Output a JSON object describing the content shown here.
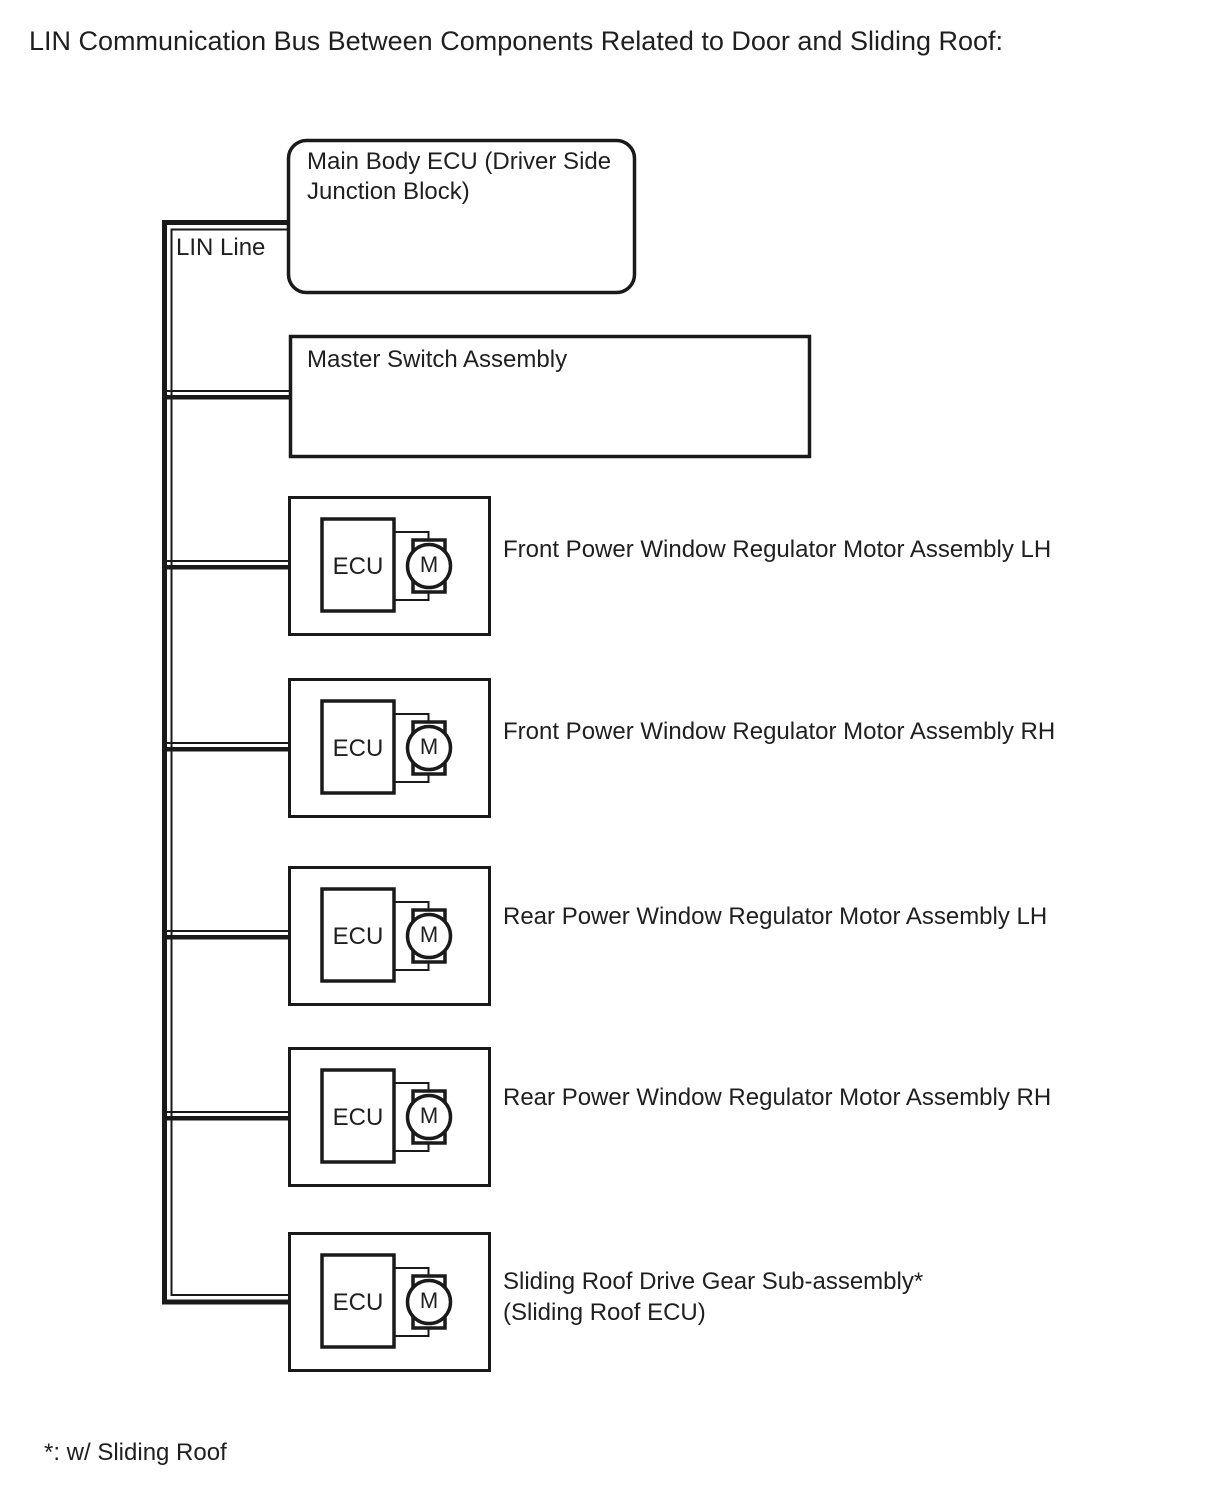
{
  "title": "LIN Communication Bus Between Components Related to Door and Sliding Roof:",
  "bus": {
    "label": "LIN Line"
  },
  "nodes": {
    "main_body_ecu": {
      "label": "Main Body ECU (Driver Side Junction Block)"
    },
    "master_switch": {
      "label": "Master Switch Assembly"
    }
  },
  "units": [
    {
      "ecu_label": "ECU",
      "motor_label": "M",
      "label": "Front Power Window Regulator Motor Assembly LH",
      "label2": ""
    },
    {
      "ecu_label": "ECU",
      "motor_label": "M",
      "label": "Front Power Window Regulator Motor Assembly RH",
      "label2": ""
    },
    {
      "ecu_label": "ECU",
      "motor_label": "M",
      "label": "Rear Power Window Regulator Motor Assembly LH",
      "label2": ""
    },
    {
      "ecu_label": "ECU",
      "motor_label": "M",
      "label": "Rear Power Window Regulator Motor Assembly RH",
      "label2": ""
    },
    {
      "ecu_label": "ECU",
      "motor_label": "M",
      "label": "Sliding Roof Drive Gear Sub-assembly*",
      "label2": "(Sliding Roof ECU)"
    }
  ],
  "footnote": "*: w/ Sliding Roof",
  "colors": {
    "line": "#1a1a1a",
    "text": "#1f1f1f",
    "background": "#ffffff"
  }
}
